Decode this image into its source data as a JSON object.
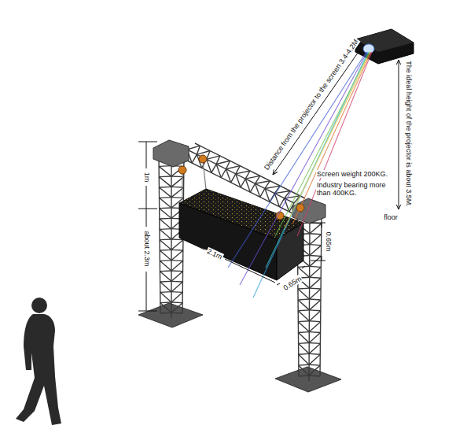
{
  "diagram": {
    "labels": [
      "Distance from the projector to the screen 3.4-4.2M",
      "The ideal height of the projector is about 3.5M.",
      "floor",
      "Screen weight 200KG.",
      "Industry bearing more than 400KG.",
      "1m",
      "about 2.3m",
      "2.1m",
      "0.65m",
      "0.65m"
    ]
  }
}
